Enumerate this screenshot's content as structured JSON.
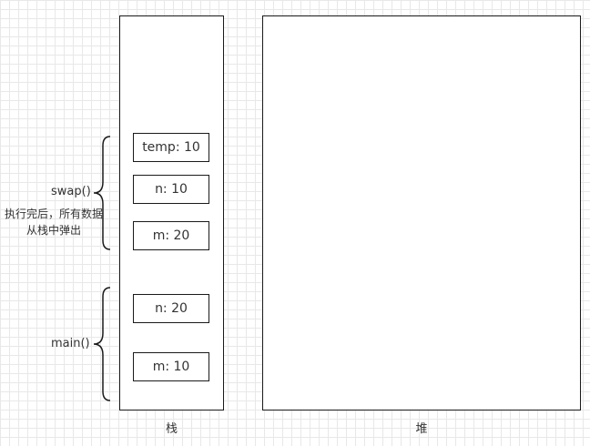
{
  "stack": {
    "label": "栈",
    "frames": [
      {
        "name": "swap()",
        "note": "执行完后，所有数据从栈中弹出",
        "cells": [
          "temp: 10",
          "n: 10",
          "m: 20"
        ]
      },
      {
        "name": "main()",
        "cells": [
          "n: 20",
          "m: 10"
        ]
      }
    ]
  },
  "heap": {
    "label": "堆"
  }
}
